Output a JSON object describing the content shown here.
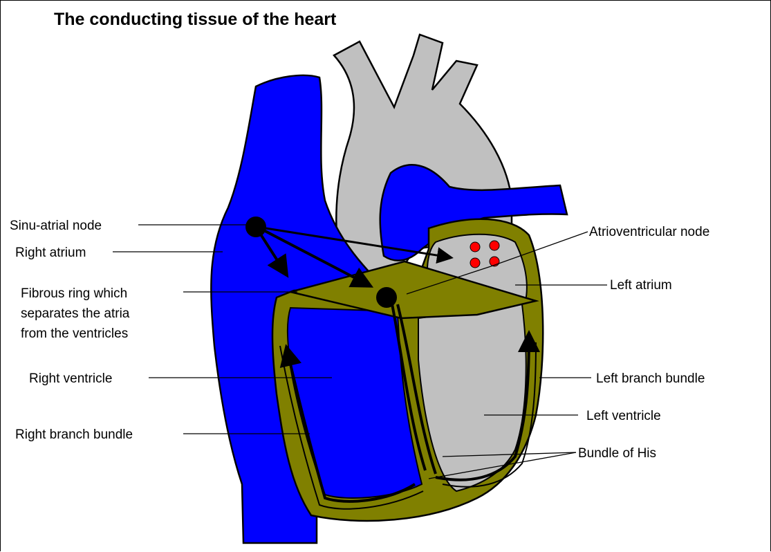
{
  "title": "The conducting tissue of the heart",
  "labels": {
    "sinu_atrial_node": "Sinu-atrial node",
    "right_atrium": "Right atrium",
    "fibrous_ring_line1": "Fibrous ring which",
    "fibrous_ring_line2": "separates the atria",
    "fibrous_ring_line3": "from the ventricles",
    "right_ventricle": "Right ventricle",
    "right_branch_bundle": "Right branch bundle",
    "atrioventricular_node": "Atrioventricular node",
    "left_atrium": "Left atrium",
    "left_branch_bundle": "Left branch bundle",
    "left_ventricle": "Left ventricle",
    "bundle_of_his": "Bundle of His"
  },
  "colors": {
    "blood_vessels_right_side": "#0000ff",
    "aorta_left_side": "#c0c0c0",
    "conducting_tissue": "#808000",
    "node": "#000000",
    "pulmonary_veins": "#ff0000"
  }
}
